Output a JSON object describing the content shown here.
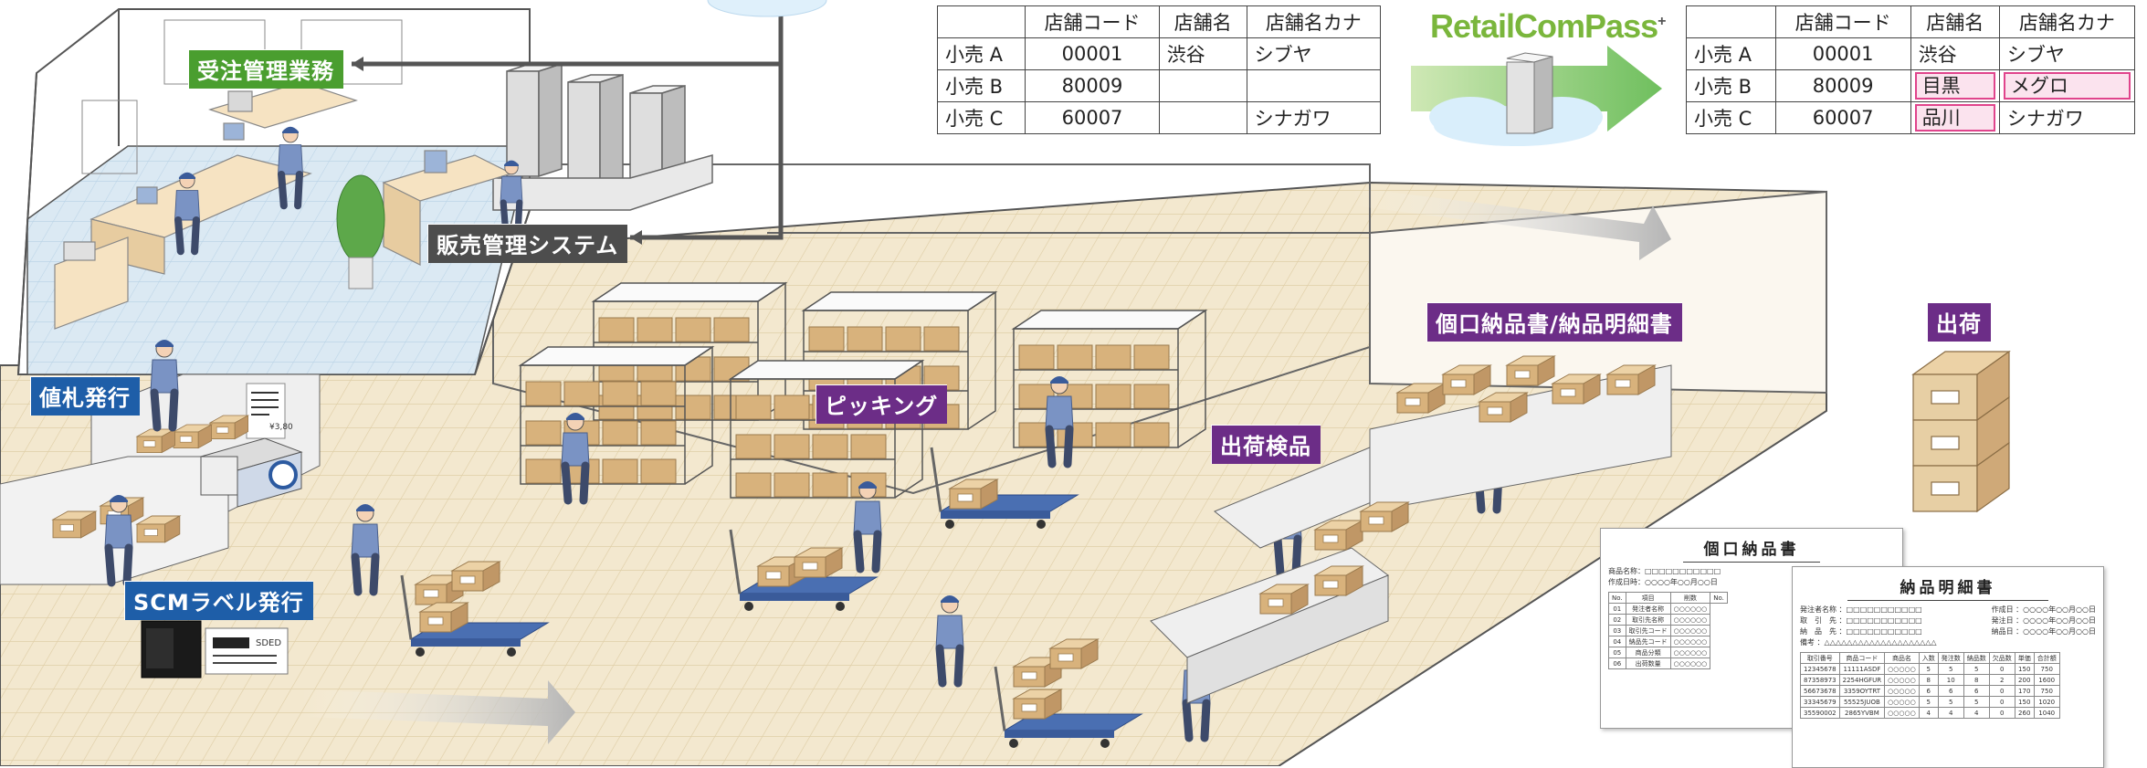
{
  "table_before": {
    "headers": [
      "",
      "店舗コード",
      "店舗名",
      "店舗名カナ"
    ],
    "rows": [
      [
        "小売 A",
        "00001",
        "渋谷",
        "シブヤ"
      ],
      [
        "小売 B",
        "80009",
        "",
        ""
      ],
      [
        "小売 C",
        "60007",
        "",
        "シナガワ"
      ]
    ]
  },
  "table_after": {
    "headers": [
      "",
      "店舗コード",
      "店舗名",
      "店舗名カナ"
    ],
    "rows": [
      [
        "小売 A",
        "00001",
        "渋谷",
        "シブヤ"
      ],
      [
        "小売 B",
        "80009",
        "目黒",
        "メグロ"
      ],
      [
        "小売 C",
        "60007",
        "品川",
        "シナガワ"
      ]
    ],
    "highlight_color": "#e0448c"
  },
  "brand": {
    "name": "RetailComPass",
    "mark": "+"
  },
  "labels": {
    "order_management": "受注管理業務",
    "sales_system": "販売管理システム",
    "price_tag": "値札発行",
    "scm_label": "SCMラベル発行",
    "picking": "ピッキング",
    "inspection": "出荷検品",
    "delivery_docs": "個口納品書/納品明細書",
    "shipping": "出荷"
  },
  "colors": {
    "green": "#4a9e2f",
    "purple": "#6c2d87",
    "blue": "#1e5ea8",
    "gray": "#4d4d4d",
    "floor": "#efe3c8",
    "box": "#d9b98c",
    "worker": "#6d87b8"
  },
  "printed": {
    "price_tag_text": "¥3,80",
    "scm_text": "SDED"
  },
  "doc_kobuchi": {
    "title": "個口納品書",
    "meta": [
      "商品名称：□□□□□□□□□□□",
      "作成日時：○○○○年○○月○○日"
    ],
    "col_headers": [
      "No.",
      "項目",
      "削数",
      "No."
    ],
    "rows": [
      [
        "01",
        "発注者名称",
        "○○○○○○"
      ],
      [
        "02",
        "取引先名称",
        "○○○○○○"
      ],
      [
        "03",
        "取引先コード",
        "○○○○○○"
      ],
      [
        "04",
        "納品先コード",
        "○○○○○○"
      ],
      [
        "05",
        "商品分類",
        "○○○○○○"
      ],
      [
        "06",
        "出荷数量",
        "○○○○○○"
      ]
    ]
  },
  "doc_meisai": {
    "title": "納品明細書",
    "meta_left": [
      "発注者名称 ：□□□□□□□□□□□",
      "取　引　先 ：□□□□□□□□□□□",
      "納　品　先 ：□□□□□□□□□□□",
      "備考 ：△△△△△△△△△△△△△△△△△△△△"
    ],
    "meta_right": [
      "作成日 ：○○○○年○○月○○日",
      "発注日 ：○○○○年○○月○○日",
      "納品日 ：○○○○年○○月○○日"
    ],
    "col_headers": [
      "取引番号",
      "商品コード",
      "商品名",
      "入数",
      "発注数",
      "納品数",
      "欠品数",
      "単価",
      "合計額"
    ],
    "rows": [
      [
        "12345678",
        "11111ASDF",
        "○○○○○",
        "5",
        "5",
        "5",
        "0",
        "150",
        "750"
      ],
      [
        "87358973",
        "2254HGFUR",
        "○○○○○",
        "8",
        "10",
        "8",
        "2",
        "200",
        "1600"
      ],
      [
        "56673678",
        "3359OYTRT",
        "○○○○○",
        "6",
        "6",
        "6",
        "0",
        "170",
        "750"
      ],
      [
        "33345679",
        "55525JUOB",
        "○○○○○",
        "5",
        "5",
        "5",
        "0",
        "150",
        "1020"
      ],
      [
        "35590002",
        "2865YVBM",
        "○○○○○",
        "4",
        "4",
        "4",
        "0",
        "260",
        "1040"
      ]
    ]
  }
}
